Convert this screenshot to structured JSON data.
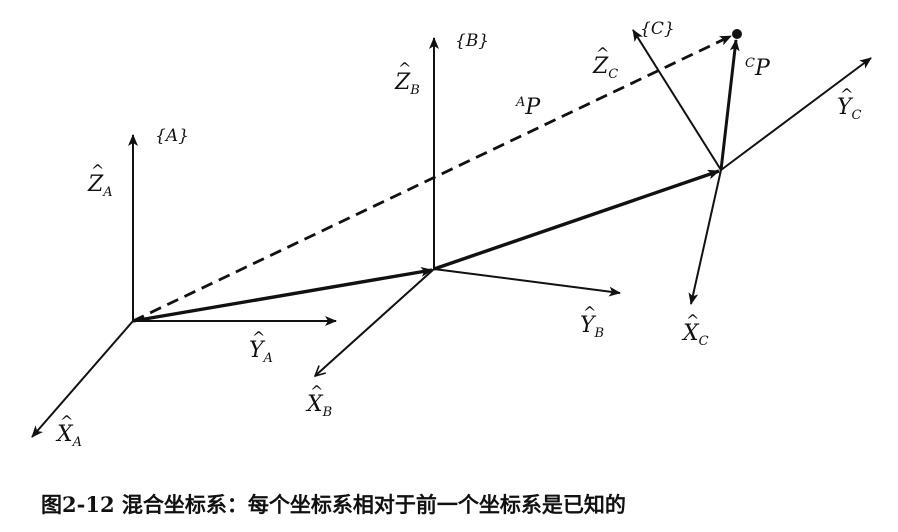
{
  "caption": "图2-12 混合坐标系：每个坐标系相对于前一个坐标系是已知的",
  "frames": {
    "A": {
      "label": "{A}",
      "z": {
        "base": "Z",
        "sub": "A"
      },
      "y": {
        "base": "Y",
        "sub": "A"
      },
      "x": {
        "base": "X",
        "sub": "A"
      }
    },
    "B": {
      "label": "{B}",
      "z": {
        "base": "Z",
        "sub": "B"
      },
      "y": {
        "base": "Y",
        "sub": "B"
      },
      "x": {
        "base": "X",
        "sub": "B"
      }
    },
    "C": {
      "label": "{C}",
      "z": {
        "base": "Z",
        "sub": "C"
      },
      "y": {
        "base": "Y",
        "sub": "C"
      },
      "x": {
        "base": "X",
        "sub": "C"
      }
    }
  },
  "vectors": {
    "AP": {
      "sup": "A",
      "base": "P"
    },
    "CP": {
      "sup": "C",
      "base": "P"
    }
  },
  "hat_glyph": "^"
}
